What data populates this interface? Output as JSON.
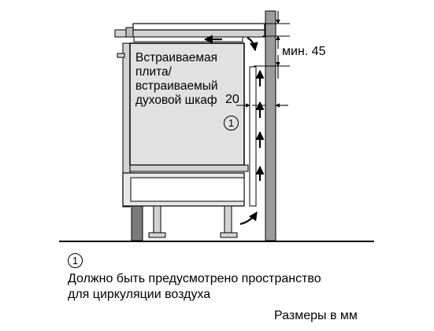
{
  "diagram": {
    "appliance_label_lines": [
      "Встраиваемая",
      "плита/",
      "встраиваемый",
      "духовой шкаф"
    ],
    "dim_top": "мин. 45",
    "dim_side": "20",
    "callout_marker": "1"
  },
  "legend": {
    "marker": "1",
    "text_line1": "Должно быть предусмотрено пространство",
    "text_line2": "для циркуляции воздуха",
    "units": "Размеры в мм"
  },
  "colors": {
    "appliance_fill": "#e1e1e1",
    "cabinet_fill": "#d3d3d3",
    "wall_fill": "#9b9b9b",
    "leg_fill": "#7a7a7a",
    "stroke": "#000000"
  },
  "icons": [
    "airflow-arrow-icon",
    "curved-arrow-icon",
    "dimension-arrow-icon"
  ]
}
